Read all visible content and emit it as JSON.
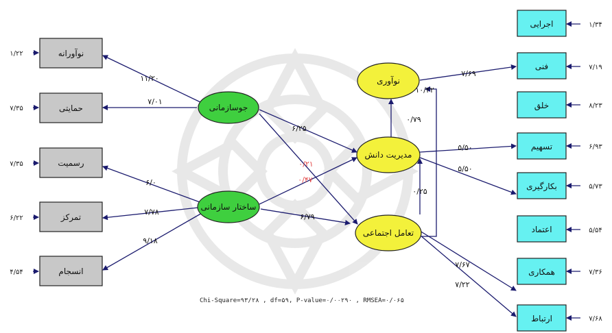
{
  "colors": {
    "left_box_fill": "#c8c8c8",
    "right_box_fill": "#66f1f1",
    "green_ellipse": "#3fcf3f",
    "yellow_ellipse": "#f3f13b",
    "arrow": "#1b1b6e",
    "red_text": "#e34b4b"
  },
  "left_indicators": [
    {
      "label": "نوآورانه",
      "error": "۱/۲۲"
    },
    {
      "label": "حمایتی",
      "error": "۷/۳۵"
    },
    {
      "label": "رسمیت",
      "error": "۷/۳۵"
    },
    {
      "label": "تمرکز",
      "error": "۶/۲۲"
    },
    {
      "label": "انسجام",
      "error": "۴/۵۴"
    }
  ],
  "right_indicators": [
    {
      "label": "اجرایی",
      "error": "۱/۳۴"
    },
    {
      "label": "فنی",
      "error": "۷/۱۹"
    },
    {
      "label": "خلق",
      "error": "۸/۲۳"
    },
    {
      "label": "تسهیم",
      "error": "۶/۹۳"
    },
    {
      "label": "بکارگیری",
      "error": "۵/۷۳"
    },
    {
      "label": "اعتماد",
      "error": "۵/۵۴"
    },
    {
      "label": "همکاری",
      "error": "۷/۳۶"
    },
    {
      "label": "ارتباط",
      "error": "۷/۶۸"
    }
  ],
  "latent": {
    "jav": "جوسازمانی",
    "sakh": "ساختار سازمانی",
    "noav": "نوآوری",
    "mod": "مدیریت دانش",
    "taam": "تعامل اجتماعی"
  },
  "coefficients": {
    "jav_noavarane": "۱۱/۲۰",
    "jav_hemayati": "۷/۰۱",
    "sakh_rasmiat": "۶/۰",
    "sakh_tamarkoz": "۷/۷۸",
    "sakh_ensejam": "۹/۱۸",
    "jav_mod": "۶/۲۵",
    "sakh_taam": "۶/۷۹",
    "red_a": "۰/۲۱",
    "red_b": "۰/۴۷",
    "noav_fani": "۷/۶۹",
    "noav_top": "۱۰/۲۲",
    "mod_noav": "۰/۷۹",
    "taam_mod": "۰/۲۵",
    "mod_tashim": "۵/۵۰",
    "mod_bekar": "۵/۵۰",
    "taam_hamkari": "۷/۶۷",
    "taam_ertebat": "۷/۲۲"
  },
  "fit_line": "Chi-Square=۹۳/۲۸ , df=۵۹, P-value=۰/۰۰۲۹۰ , RMSEA=۰/۰۶۵"
}
